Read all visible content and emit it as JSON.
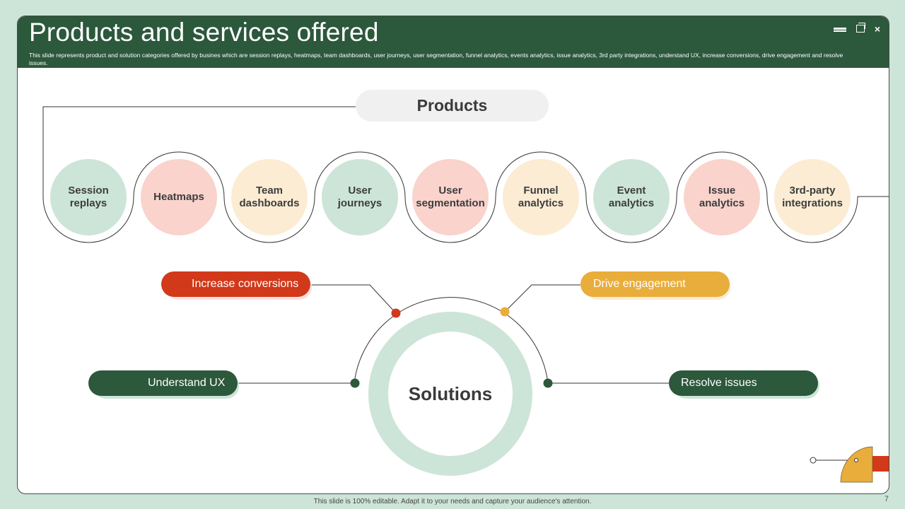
{
  "header": {
    "title": "Products and services offered",
    "description": "This slide represents product and  solution categories offered by busines which are session replays, heatmaps, team dashboards, user journeys, user segmentation, funnel analytics, events analytics, issue analytics, 3rd party integrations, understand UX, increase conversions, drive engagement and  resolve issues."
  },
  "window_controls": {
    "close": "×"
  },
  "products": {
    "heading": "Products",
    "items": [
      {
        "label": "Session\nreplays",
        "color": "#cce5d8"
      },
      {
        "label": "Heatmaps",
        "color": "#f9d3cc"
      },
      {
        "label": "Team\ndashboards",
        "color": "#fbecd3"
      },
      {
        "label": "User\njourneys",
        "color": "#cce5d8"
      },
      {
        "label": "User\nsegmentation",
        "color": "#f9d3cc"
      },
      {
        "label": "Funnel\nanalytics",
        "color": "#fbecd3"
      },
      {
        "label": "Event\nanalytics",
        "color": "#cce5d8"
      },
      {
        "label": "Issue\nanalytics",
        "color": "#f9d3cc"
      },
      {
        "label": "3rd-party\nintegrations",
        "color": "#fbecd3"
      }
    ]
  },
  "solutions": {
    "center": "Solutions",
    "increase_conversions": "Increase conversions",
    "drive_engagement": "Drive engagement",
    "understand_ux": "Understand UX",
    "resolve_issues": "Resolve issues"
  },
  "colors": {
    "header_green": "#2c583c",
    "accent_red": "#d1391a",
    "accent_yellow": "#e9ad3b",
    "light_green": "#cce5d8"
  },
  "footer": {
    "note": "This slide is 100% editable.  Adapt it to your needs and capture your audience's attention.",
    "page_number": "7"
  }
}
